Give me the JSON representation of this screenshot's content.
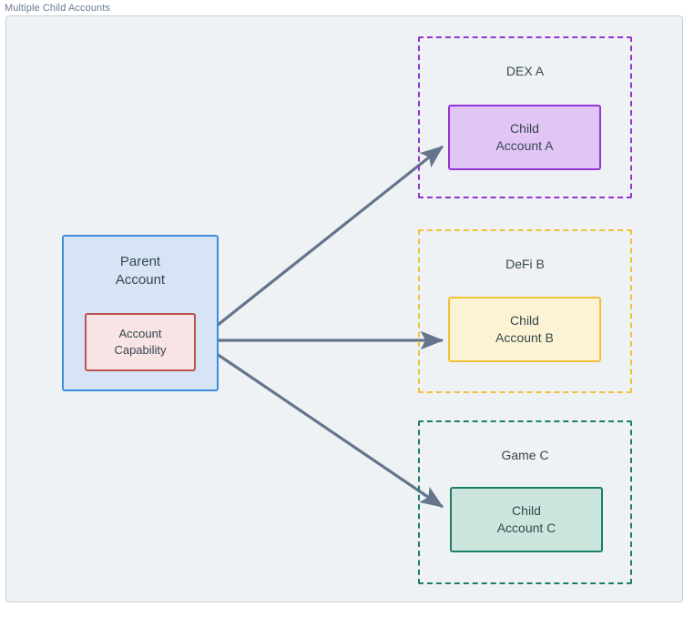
{
  "diagram": {
    "title": "Multiple Child Accounts",
    "type": "flowchart",
    "colors": {
      "frame_border": "#c5ccd6",
      "frame_background": "#eef2f5",
      "title_text": "#6b7c8f",
      "node_text": "#37474f",
      "edge": "#64748b",
      "parent_border": "#3d8ce0",
      "parent_fill": "#d6e4f5",
      "capability_border": "#b85450",
      "capability_fill": "#f8e4e4",
      "dex_border": "#9333d6",
      "dex_fill": "#e1c6f5",
      "defi_border": "#f2c037",
      "defi_fill": "#fcf3d4",
      "game_border": "#1a7f68",
      "game_fill": "#cce5dd"
    }
  },
  "parent": {
    "label": "Parent Account",
    "label_line1": "Parent",
    "label_line2": "Account",
    "capability": {
      "label": "Account Capability",
      "label_line1": "Account",
      "label_line2": "Capability"
    }
  },
  "clusters": [
    {
      "id": "dex-a",
      "label": "DEX A",
      "border_style": "dashed",
      "border_color": "#9333d6",
      "child": {
        "label": "Child Account A",
        "label_line1": "Child",
        "label_line2": "Account A",
        "border_color": "#9333d6",
        "fill_color": "#e1c6f5"
      }
    },
    {
      "id": "defi-b",
      "label": "DeFi B",
      "border_style": "dashed",
      "border_color": "#f2c037",
      "child": {
        "label": "Child Account B",
        "label_line1": "Child",
        "label_line2": "Account B",
        "border_color": "#f2c037",
        "fill_color": "#fcf3d4"
      }
    },
    {
      "id": "game-c",
      "label": "Game C",
      "border_style": "dashed",
      "border_color": "#1a7f68",
      "child": {
        "label": "Child Account C",
        "label_line1": "Child",
        "label_line2": "Account C",
        "border_color": "#1a7f68",
        "fill_color": "#cce5dd"
      }
    }
  ],
  "edges": [
    {
      "id": "edge-capability-to-child-a",
      "from": "account-capability",
      "to": "child-account-a",
      "style": "solid",
      "arrowhead": "triangle"
    },
    {
      "id": "edge-capability-to-child-b",
      "from": "account-capability",
      "to": "child-account-b",
      "style": "solid",
      "arrowhead": "triangle"
    },
    {
      "id": "edge-capability-to-child-c",
      "from": "account-capability",
      "to": "child-account-c",
      "style": "solid",
      "arrowhead": "triangle"
    }
  ]
}
